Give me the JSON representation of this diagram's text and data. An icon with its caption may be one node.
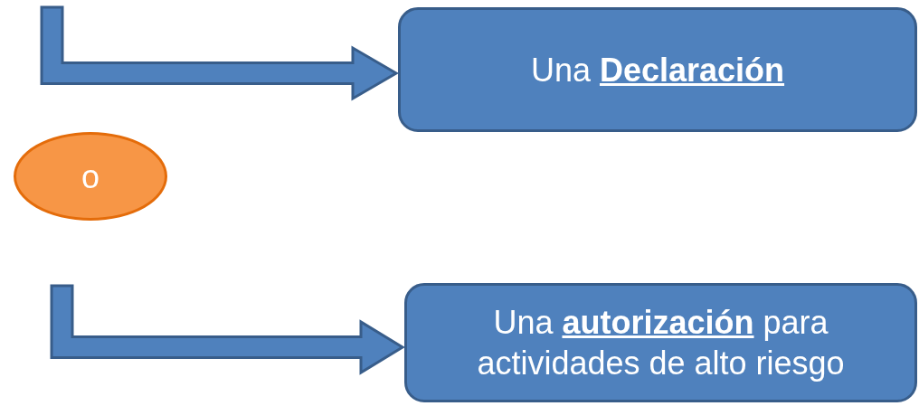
{
  "diagram": {
    "nodes": [
      {
        "text": [
          "Una **Declaración**"
        ]
      },
      {
        "text": [
          "o"
        ]
      },
      {
        "text": [
          "Una **autorización** para actividades de alto riesgo"
        ]
      }
    ],
    "edges": [
      {
        "from": null,
        "to": 0,
        "arrow": "to",
        "style": "thick"
      },
      {
        "from": null,
        "to": 2,
        "arrow": "to",
        "style": "thick"
      }
    ]
  }
}
